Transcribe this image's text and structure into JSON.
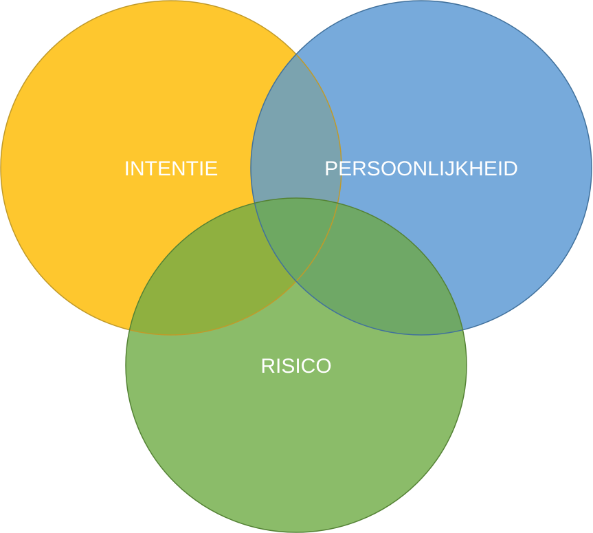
{
  "diagram": {
    "type": "venn",
    "sets": [
      {
        "label": "INTENTIE",
        "color": "#FEC72E",
        "stroke": "#C09A2A"
      },
      {
        "label": "PERSOONLIJKHEID",
        "color": "#77AADB",
        "stroke": "#41719C"
      },
      {
        "label": "RISICO",
        "color": "#8BBC69",
        "stroke": "#548235"
      }
    ],
    "overlaps": {
      "intentie_persoonlijkheid": "#7BA3AF",
      "intentie_risico": "#8FB040",
      "persoonlijkheid_risico": "#6FA866",
      "all": "#6EA862"
    }
  }
}
